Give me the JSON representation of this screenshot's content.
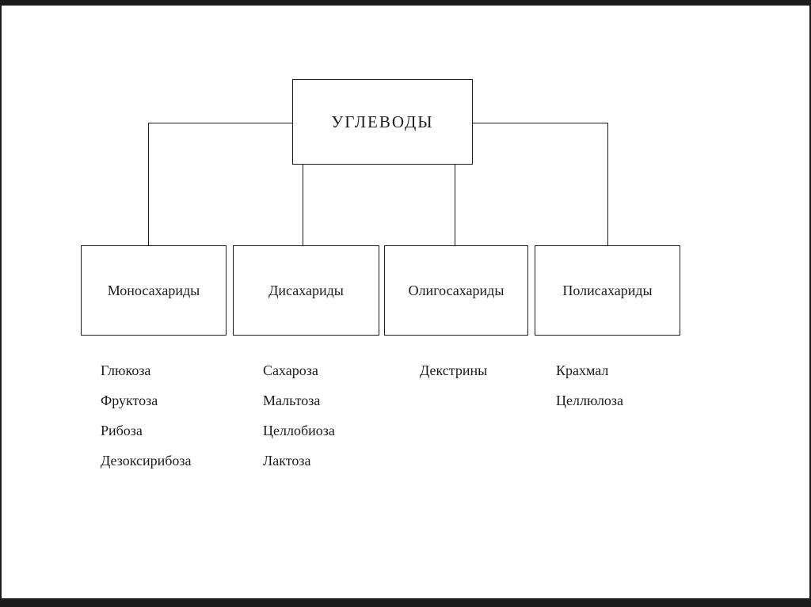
{
  "diagram": {
    "root": "УГЛЕВОДЫ",
    "categories": [
      {
        "label": "Моносахариды",
        "items": [
          "Глюкоза",
          "Фруктоза",
          "Рибоза",
          "Дезоксирибоза"
        ]
      },
      {
        "label": "Дисахариды",
        "items": [
          "Сахароза",
          "Мальтоза",
          "Целлобиоза",
          "Лактоза"
        ]
      },
      {
        "label": "Олигосахариды",
        "items": [
          "Декстрины"
        ]
      },
      {
        "label": "Полисахариды",
        "items": [
          "Крахмал",
          "Целлюлоза"
        ]
      }
    ],
    "colors": {
      "ink": "#1b1b1b",
      "background": "#ffffff",
      "frame": "#1c1c1c"
    }
  }
}
